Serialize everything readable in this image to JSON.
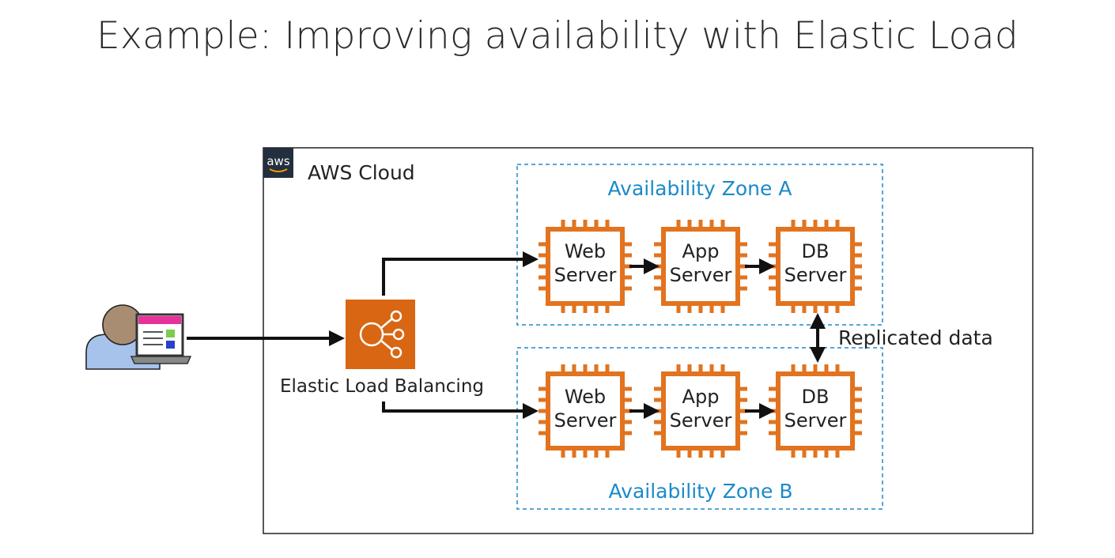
{
  "title": "Example: Improving availability with Elastic Load",
  "cloud": {
    "label": "AWS Cloud",
    "logo_text": "aws"
  },
  "load_balancer": {
    "label": "Elastic Load Balancing"
  },
  "zones": [
    {
      "label": "Availability Zone A",
      "servers": [
        {
          "line1": "Web",
          "line2": "Server"
        },
        {
          "line1": "App",
          "line2": "Server"
        },
        {
          "line1": "DB",
          "line2": "Server"
        }
      ]
    },
    {
      "label": "Availability Zone B",
      "servers": [
        {
          "line1": "Web",
          "line2": "Server"
        },
        {
          "line1": "App",
          "line2": "Server"
        },
        {
          "line1": "DB",
          "line2": "Server"
        }
      ]
    }
  ],
  "replication_label": "Replicated data",
  "colors": {
    "chip": "#E2731F",
    "zone": "#1B8AC9",
    "elb": "#D86613",
    "border": "#222222",
    "user_skin": "#A98D73",
    "user_body": "#A7C3EC"
  }
}
